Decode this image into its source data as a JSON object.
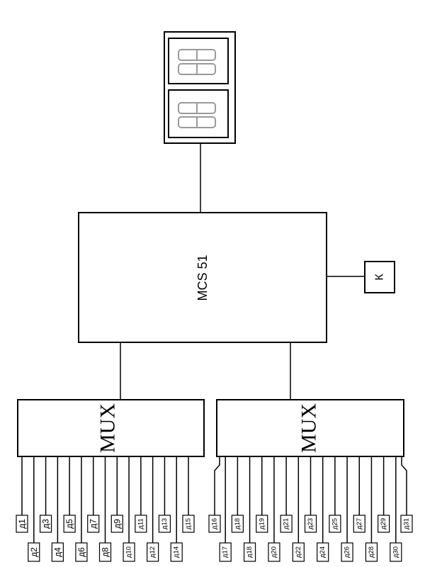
{
  "processor": {
    "label": "MCS 51"
  },
  "key": {
    "label": "К"
  },
  "mux_left": {
    "label": "MUX"
  },
  "mux_right": {
    "label": "MUX"
  },
  "display": {
    "digit_count": 4
  },
  "sensors_left": [
    "д1",
    "д2",
    "д3",
    "д4",
    "д5",
    "д6",
    "д7",
    "д8",
    "д9",
    "д10",
    "д11",
    "д12",
    "д13",
    "д14",
    "д15"
  ],
  "sensors_right": [
    "д16",
    "д17",
    "д18",
    "д18",
    "д19",
    "д20",
    "д21",
    "д22",
    "д23",
    "д24",
    "д25",
    "д26",
    "д27",
    "д28",
    "д29",
    "д30",
    "д31"
  ]
}
